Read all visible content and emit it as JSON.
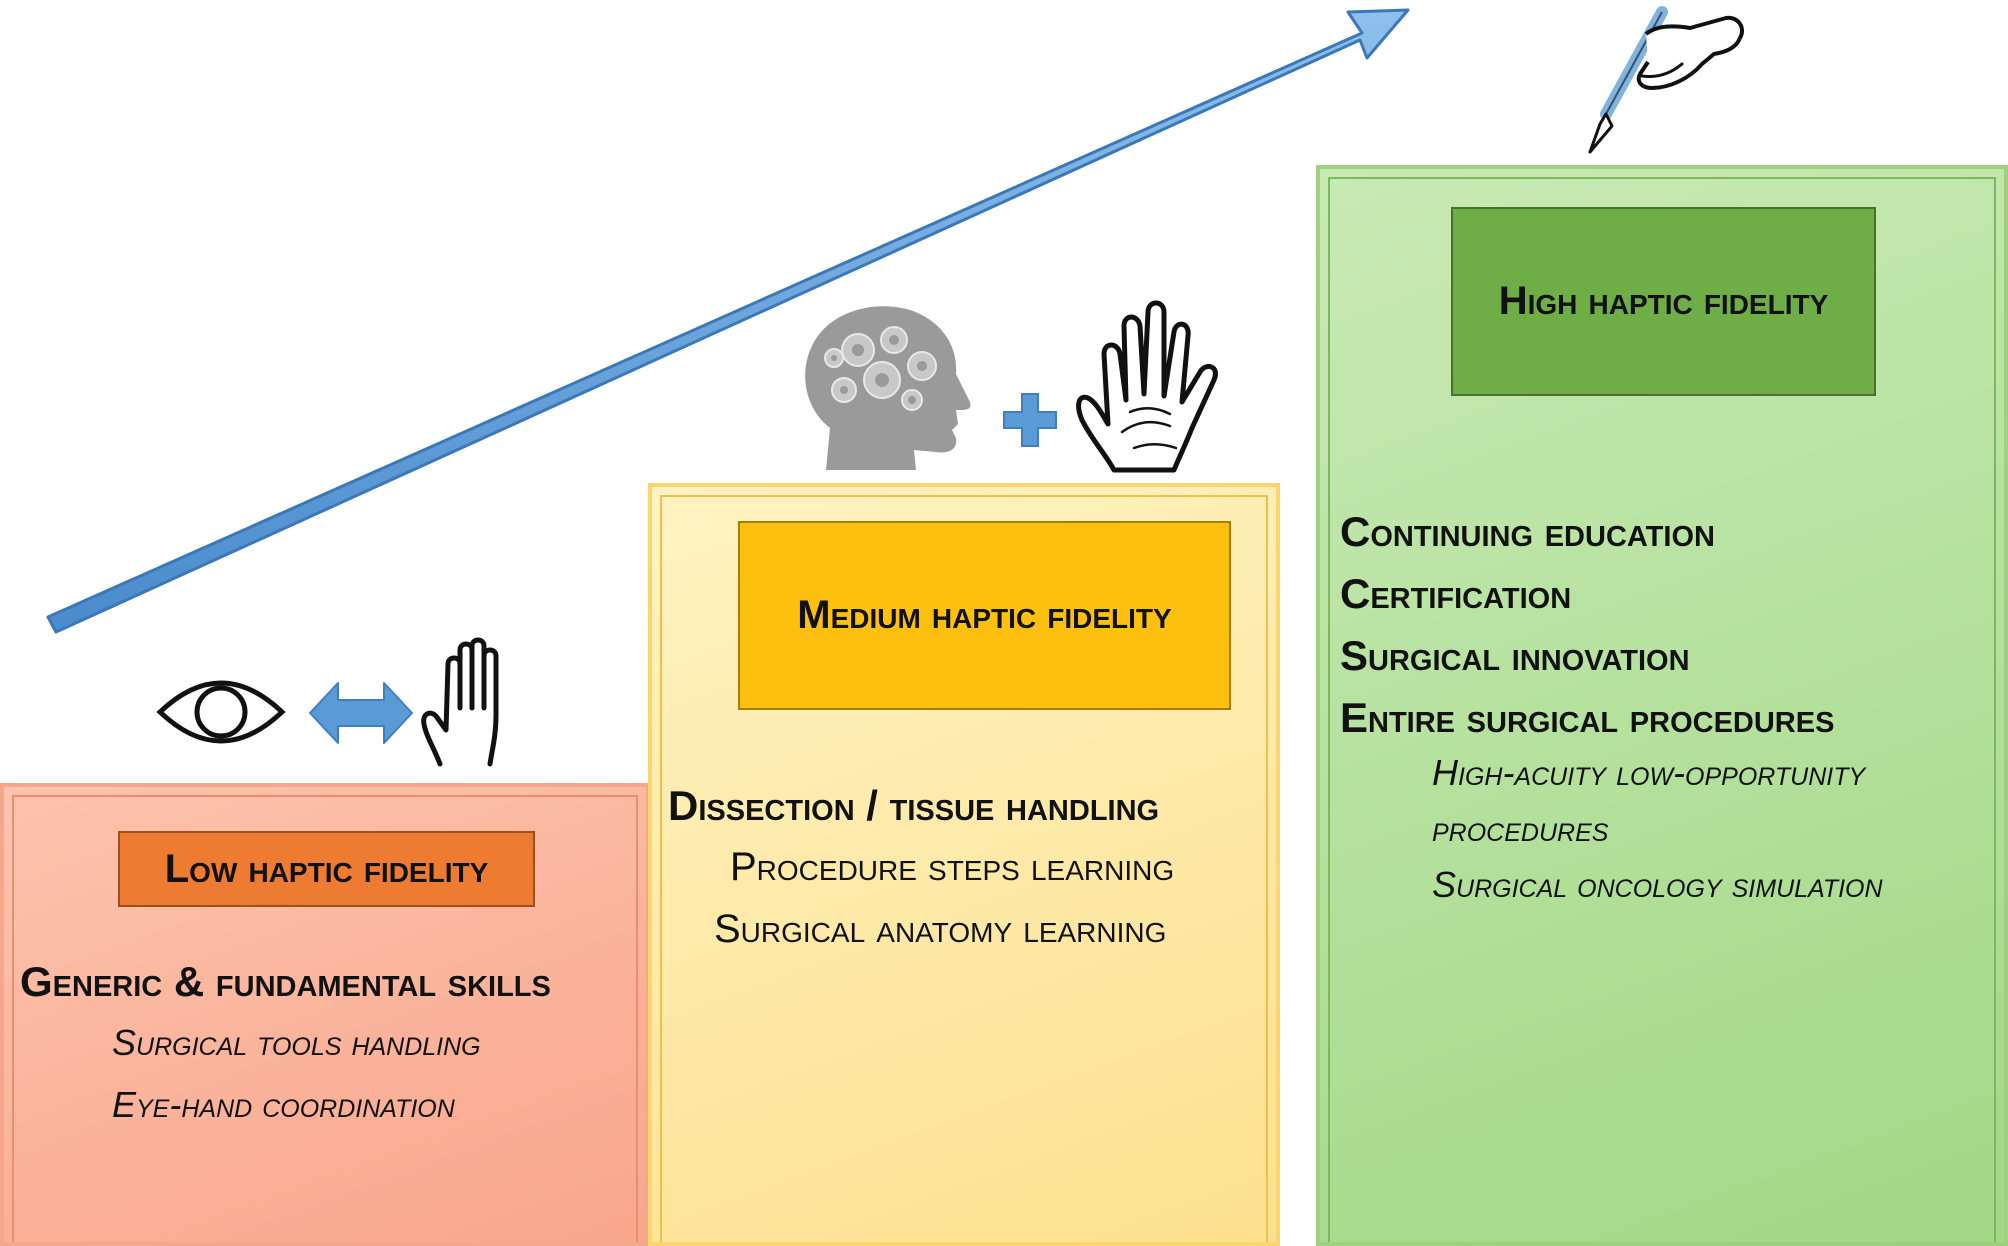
{
  "low": {
    "title": "Low haptic fidelity",
    "heading": "Generic & fundamental skills",
    "items": [
      "Surgical tools handling",
      "Eye-hand coordination"
    ]
  },
  "medium": {
    "title": "Medium haptic fidelity",
    "heading": "Dissection / tissue handling",
    "items": [
      "Procedure steps learning",
      "Surgical anatomy learning"
    ]
  },
  "high": {
    "title": "High haptic fidelity",
    "headings": [
      "Continuing education",
      "Certification",
      "Surgical innovation",
      "Entire surgical procedures"
    ],
    "items": [
      "High-acuity low-opportunity",
      "procedures",
      "Surgical oncology simulation"
    ]
  },
  "colors": {
    "low_box": "#ee7b32",
    "medium_box": "#fec00f",
    "high_box": "#6fae47",
    "arrow": "#5b9bd5"
  },
  "icons": [
    "eye-icon",
    "double-arrow-icon",
    "raised-hand-icon",
    "brain-gears-head-icon",
    "plus-icon",
    "open-palm-icon",
    "hand-scalpel-icon",
    "progression-arrow-icon"
  ]
}
